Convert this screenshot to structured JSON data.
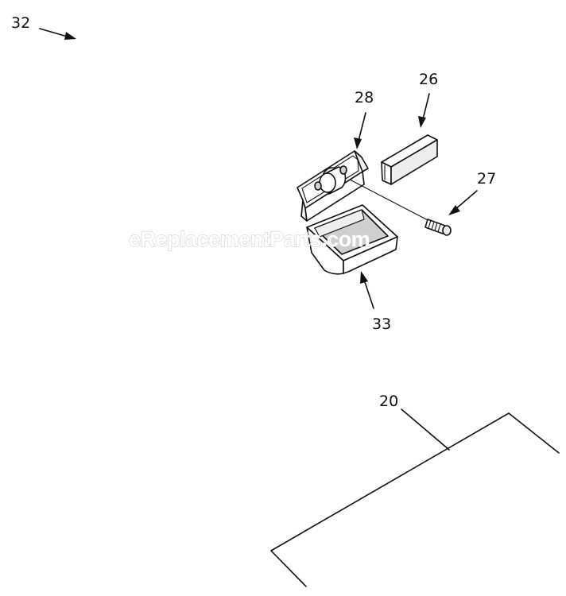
{
  "diagram": {
    "watermark": "eReplacementParts.com",
    "parts": [
      {
        "id": "p32",
        "label": "32"
      },
      {
        "id": "p28",
        "label": "28"
      },
      {
        "id": "p26",
        "label": "26"
      },
      {
        "id": "p27",
        "label": "27"
      },
      {
        "id": "p33",
        "label": "33"
      },
      {
        "id": "p20",
        "label": "20"
      }
    ]
  }
}
